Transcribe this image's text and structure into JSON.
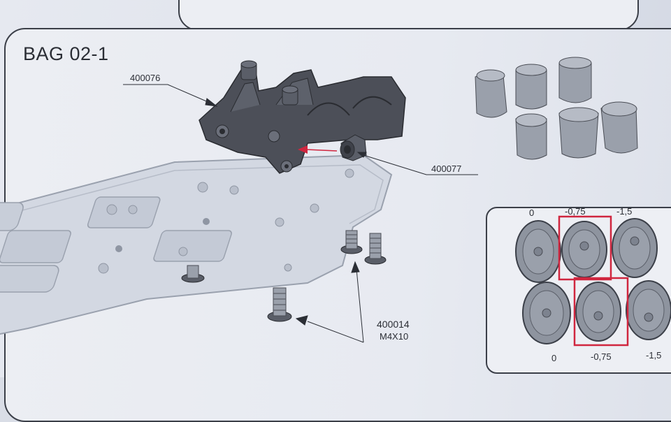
{
  "section": {
    "title": "BAG 02-1"
  },
  "callouts": {
    "bulkhead_part": "400076",
    "insert_part": "400077",
    "screw_part": "400014",
    "screw_size": "M4X10"
  },
  "offsets": {
    "top_row": [
      "0",
      "-0,75",
      "-1,5"
    ],
    "bottom_row": [
      "0",
      "-0,75",
      "-1,5"
    ],
    "highlight_color": "#d0263f"
  },
  "colors": {
    "line": "#3b3f48",
    "part_dark": "#4a4d55",
    "plate": "#cdd3de"
  }
}
